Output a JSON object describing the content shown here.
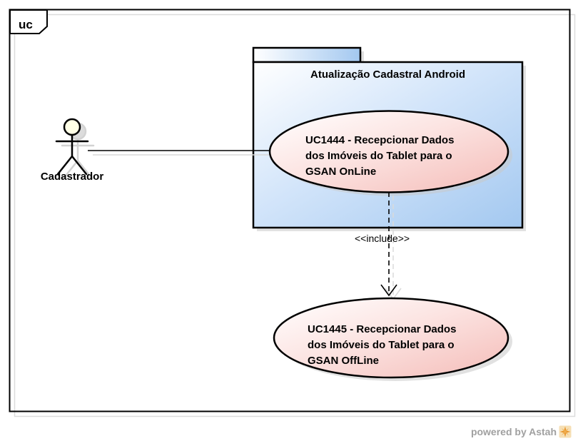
{
  "frame": {
    "kind_label": "uc"
  },
  "package": {
    "title": "Atualização Cadastral Android"
  },
  "actor": {
    "name": "Cadastrador"
  },
  "use_cases": {
    "uc1444": {
      "name": "UC1444 - Recepcionar Dados\ndos Imóveis do Tablet para o\nGSAN OnLine"
    },
    "uc1445": {
      "name": "UC1445 - Recepcionar Dados\ndos Imóveis do Tablet para o\nGSAN OffLine"
    }
  },
  "relations": {
    "include_label": "<<include>>"
  },
  "watermark": {
    "text": "powered by Astah",
    "icon": "astah-logo-icon"
  },
  "colors": {
    "node_border": "#000000",
    "package_fill_start": "#ffffff",
    "package_fill_end": "#a3c8f0",
    "usecase_fill_start": "#ffffff",
    "usecase_fill_end": "#f4bcb8",
    "actor_head_fill": "#ffffe6",
    "shadow_fill": "#c8c8c8",
    "frame_shadow_line": "#dcdcdc",
    "watermark_text": "#a0a0a0",
    "watermark_icon_orange": "#e8962e"
  }
}
